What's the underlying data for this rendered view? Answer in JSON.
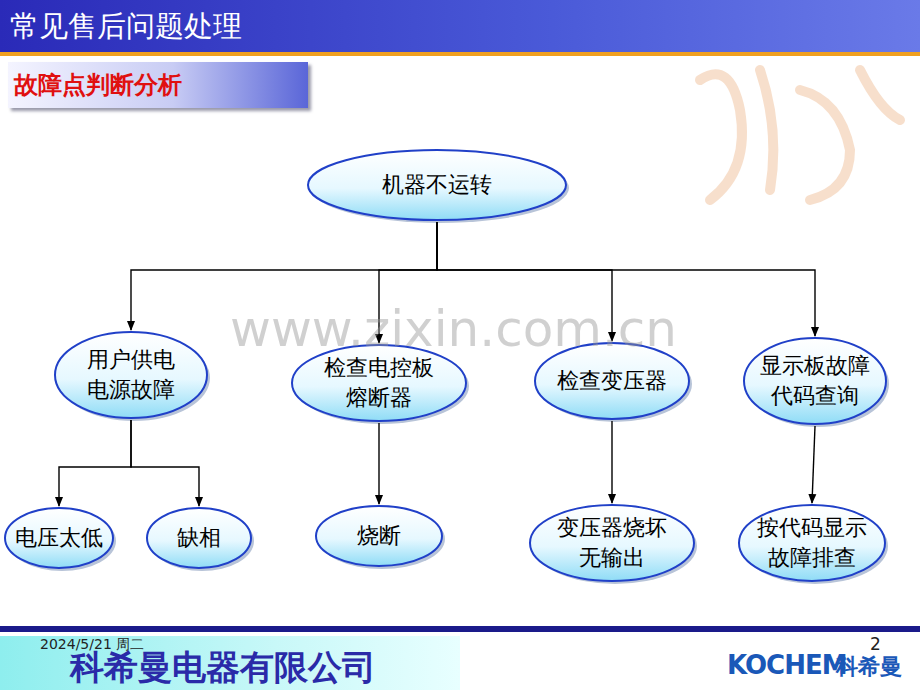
{
  "diagram": {
    "title": "常见售后问题处理",
    "nodes": [
      {
        "text": [
          "故障点判断分析"
        ]
      },
      {
        "text": [
          "机器不运转"
        ]
      },
      {
        "text": [
          "用户供电 电源故障"
        ]
      },
      {
        "text": [
          "检查电控板 熔断器"
        ]
      },
      {
        "text": [
          "检查变压器"
        ]
      },
      {
        "text": [
          "显示板故障 代码查询"
        ]
      },
      {
        "text": [
          "电压太低"
        ]
      },
      {
        "text": [
          "缺相"
        ]
      },
      {
        "text": [
          "烧断"
        ]
      },
      {
        "text": [
          "变压器烧坏 无输出"
        ]
      },
      {
        "text": [
          "按代码显示 故障排查"
        ]
      },
      {
        "text": [
          "科希曼电器有限公司"
        ]
      }
    ],
    "edges": [
      {
        "from": 1,
        "to": 2,
        "arrow": "to"
      },
      {
        "from": 1,
        "to": 3,
        "arrow": "to"
      },
      {
        "from": 1,
        "to": 4,
        "arrow": "to"
      },
      {
        "from": 1,
        "to": 5,
        "arrow": "to"
      },
      {
        "from": 2,
        "to": 6,
        "arrow": "to"
      },
      {
        "from": 2,
        "to": 7,
        "arrow": "to"
      },
      {
        "from": 3,
        "to": 8,
        "arrow": "to"
      },
      {
        "from": 4,
        "to": 9,
        "arrow": "to"
      },
      {
        "from": 5,
        "to": 10,
        "arrow": "to"
      }
    ],
    "labels": [
      "www.zixin.com.cn",
      "2024/5/21 周二",
      "2",
      "KOCHEM",
      "科希曼"
    ]
  }
}
